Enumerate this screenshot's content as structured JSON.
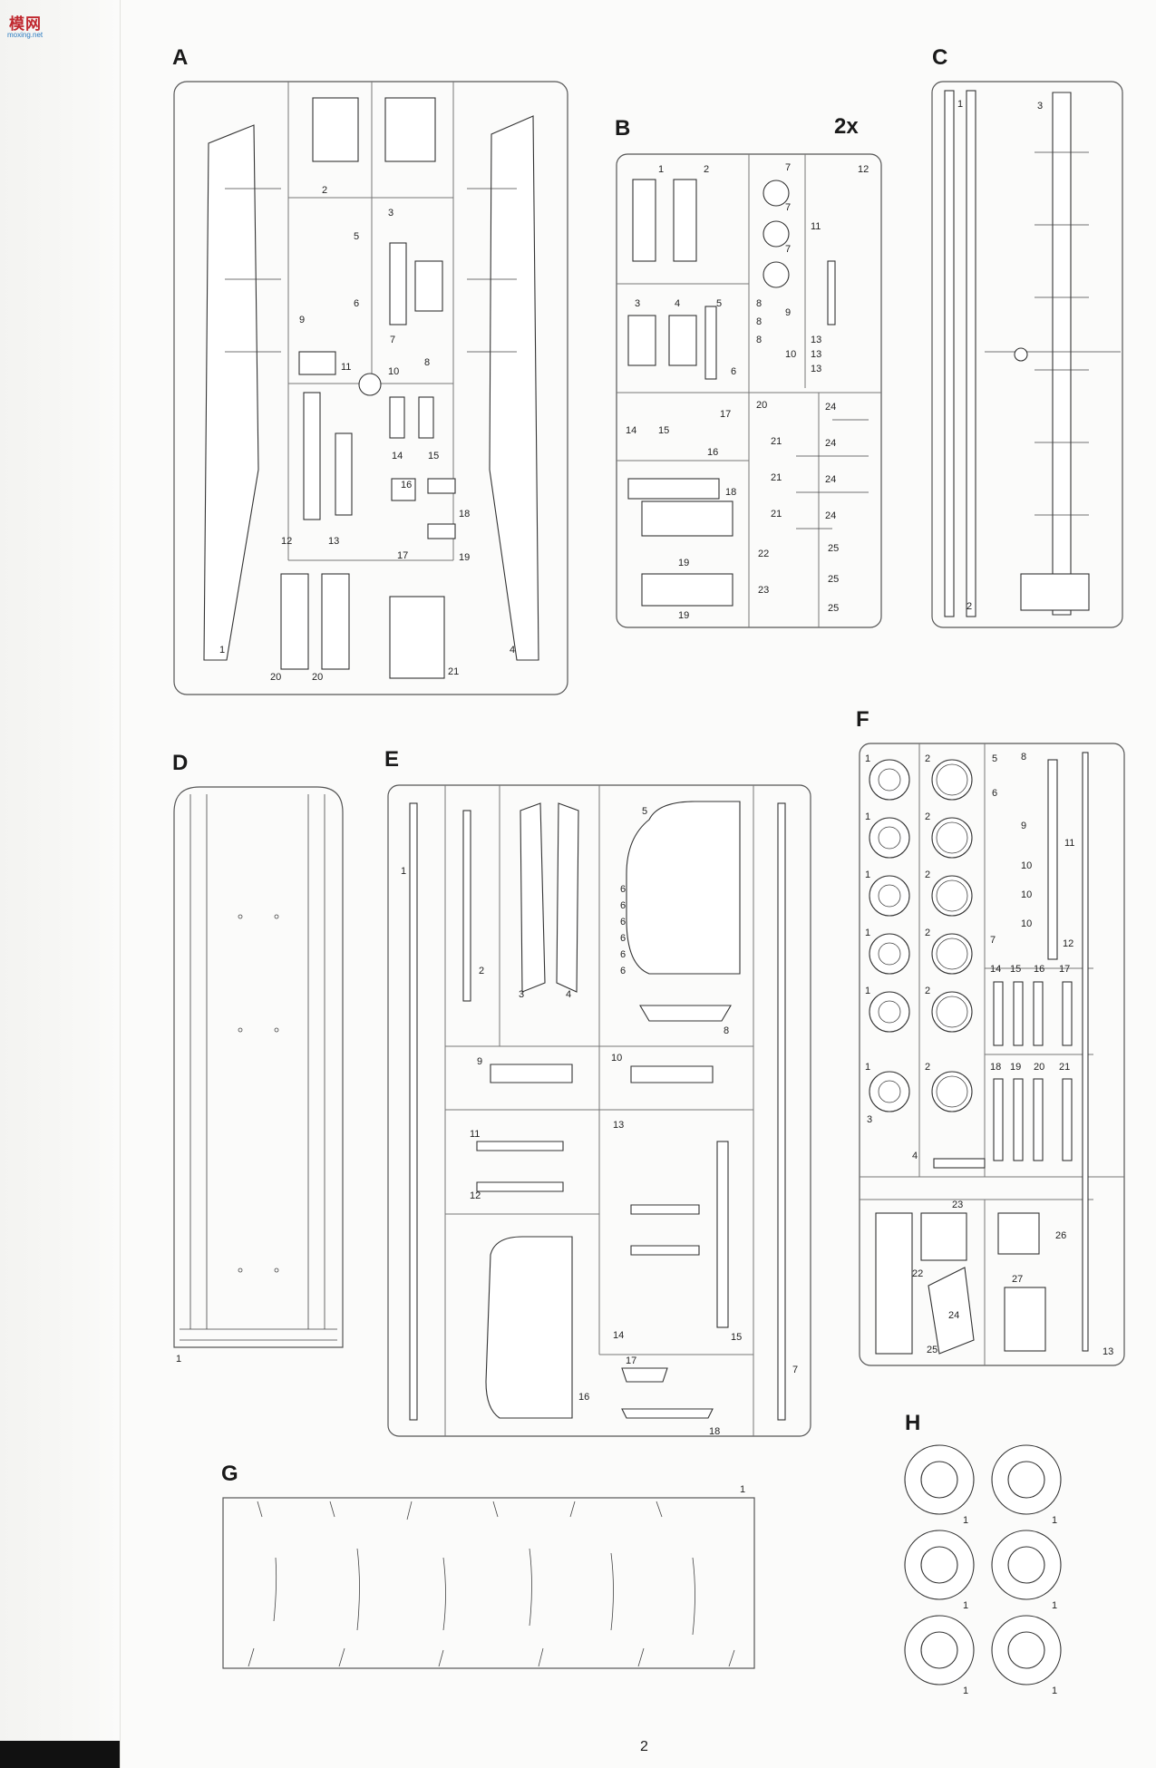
{
  "logo": {
    "text": "模网",
    "sub": "moxing.net"
  },
  "multiplier": "2x",
  "page_number": "2",
  "sprues": {
    "A": {
      "letter": "A",
      "parts": [
        "1",
        "2",
        "3",
        "4",
        "5",
        "6",
        "7",
        "8",
        "9",
        "10",
        "11",
        "12",
        "13",
        "14",
        "15",
        "16",
        "17",
        "18",
        "19",
        "20",
        "20",
        "21"
      ]
    },
    "B": {
      "letter": "B",
      "parts": [
        "1",
        "2",
        "3",
        "4",
        "5",
        "6",
        "7",
        "7",
        "7",
        "8",
        "8",
        "8",
        "9",
        "10",
        "11",
        "12",
        "13",
        "13",
        "13",
        "14",
        "15",
        "16",
        "17",
        "18",
        "19",
        "19",
        "20",
        "21",
        "21",
        "21",
        "22",
        "23",
        "24",
        "24",
        "24",
        "24",
        "25",
        "25",
        "25"
      ]
    },
    "C": {
      "letter": "C",
      "parts": [
        "1",
        "2",
        "3"
      ]
    },
    "D": {
      "letter": "D",
      "parts": [
        "1"
      ]
    },
    "E": {
      "letter": "E",
      "parts": [
        "1",
        "2",
        "3",
        "4",
        "5",
        "6",
        "6",
        "6",
        "6",
        "6",
        "6",
        "7",
        "8",
        "9",
        "10",
        "11",
        "12",
        "13",
        "14",
        "15",
        "16",
        "17",
        "18"
      ]
    },
    "F": {
      "letter": "F",
      "parts": [
        "1",
        "1",
        "1",
        "1",
        "1",
        "1",
        "2",
        "2",
        "2",
        "2",
        "2",
        "2",
        "3",
        "4",
        "5",
        "6",
        "7",
        "8",
        "9",
        "10",
        "10",
        "10",
        "11",
        "12",
        "13",
        "14",
        "15",
        "16",
        "17",
        "18",
        "19",
        "20",
        "21",
        "22",
        "23",
        "24",
        "25",
        "26",
        "27"
      ]
    },
    "G": {
      "letter": "G",
      "parts": [
        "1"
      ]
    },
    "H": {
      "letter": "H",
      "parts": [
        "1",
        "1",
        "1",
        "1",
        "1",
        "1"
      ]
    }
  }
}
